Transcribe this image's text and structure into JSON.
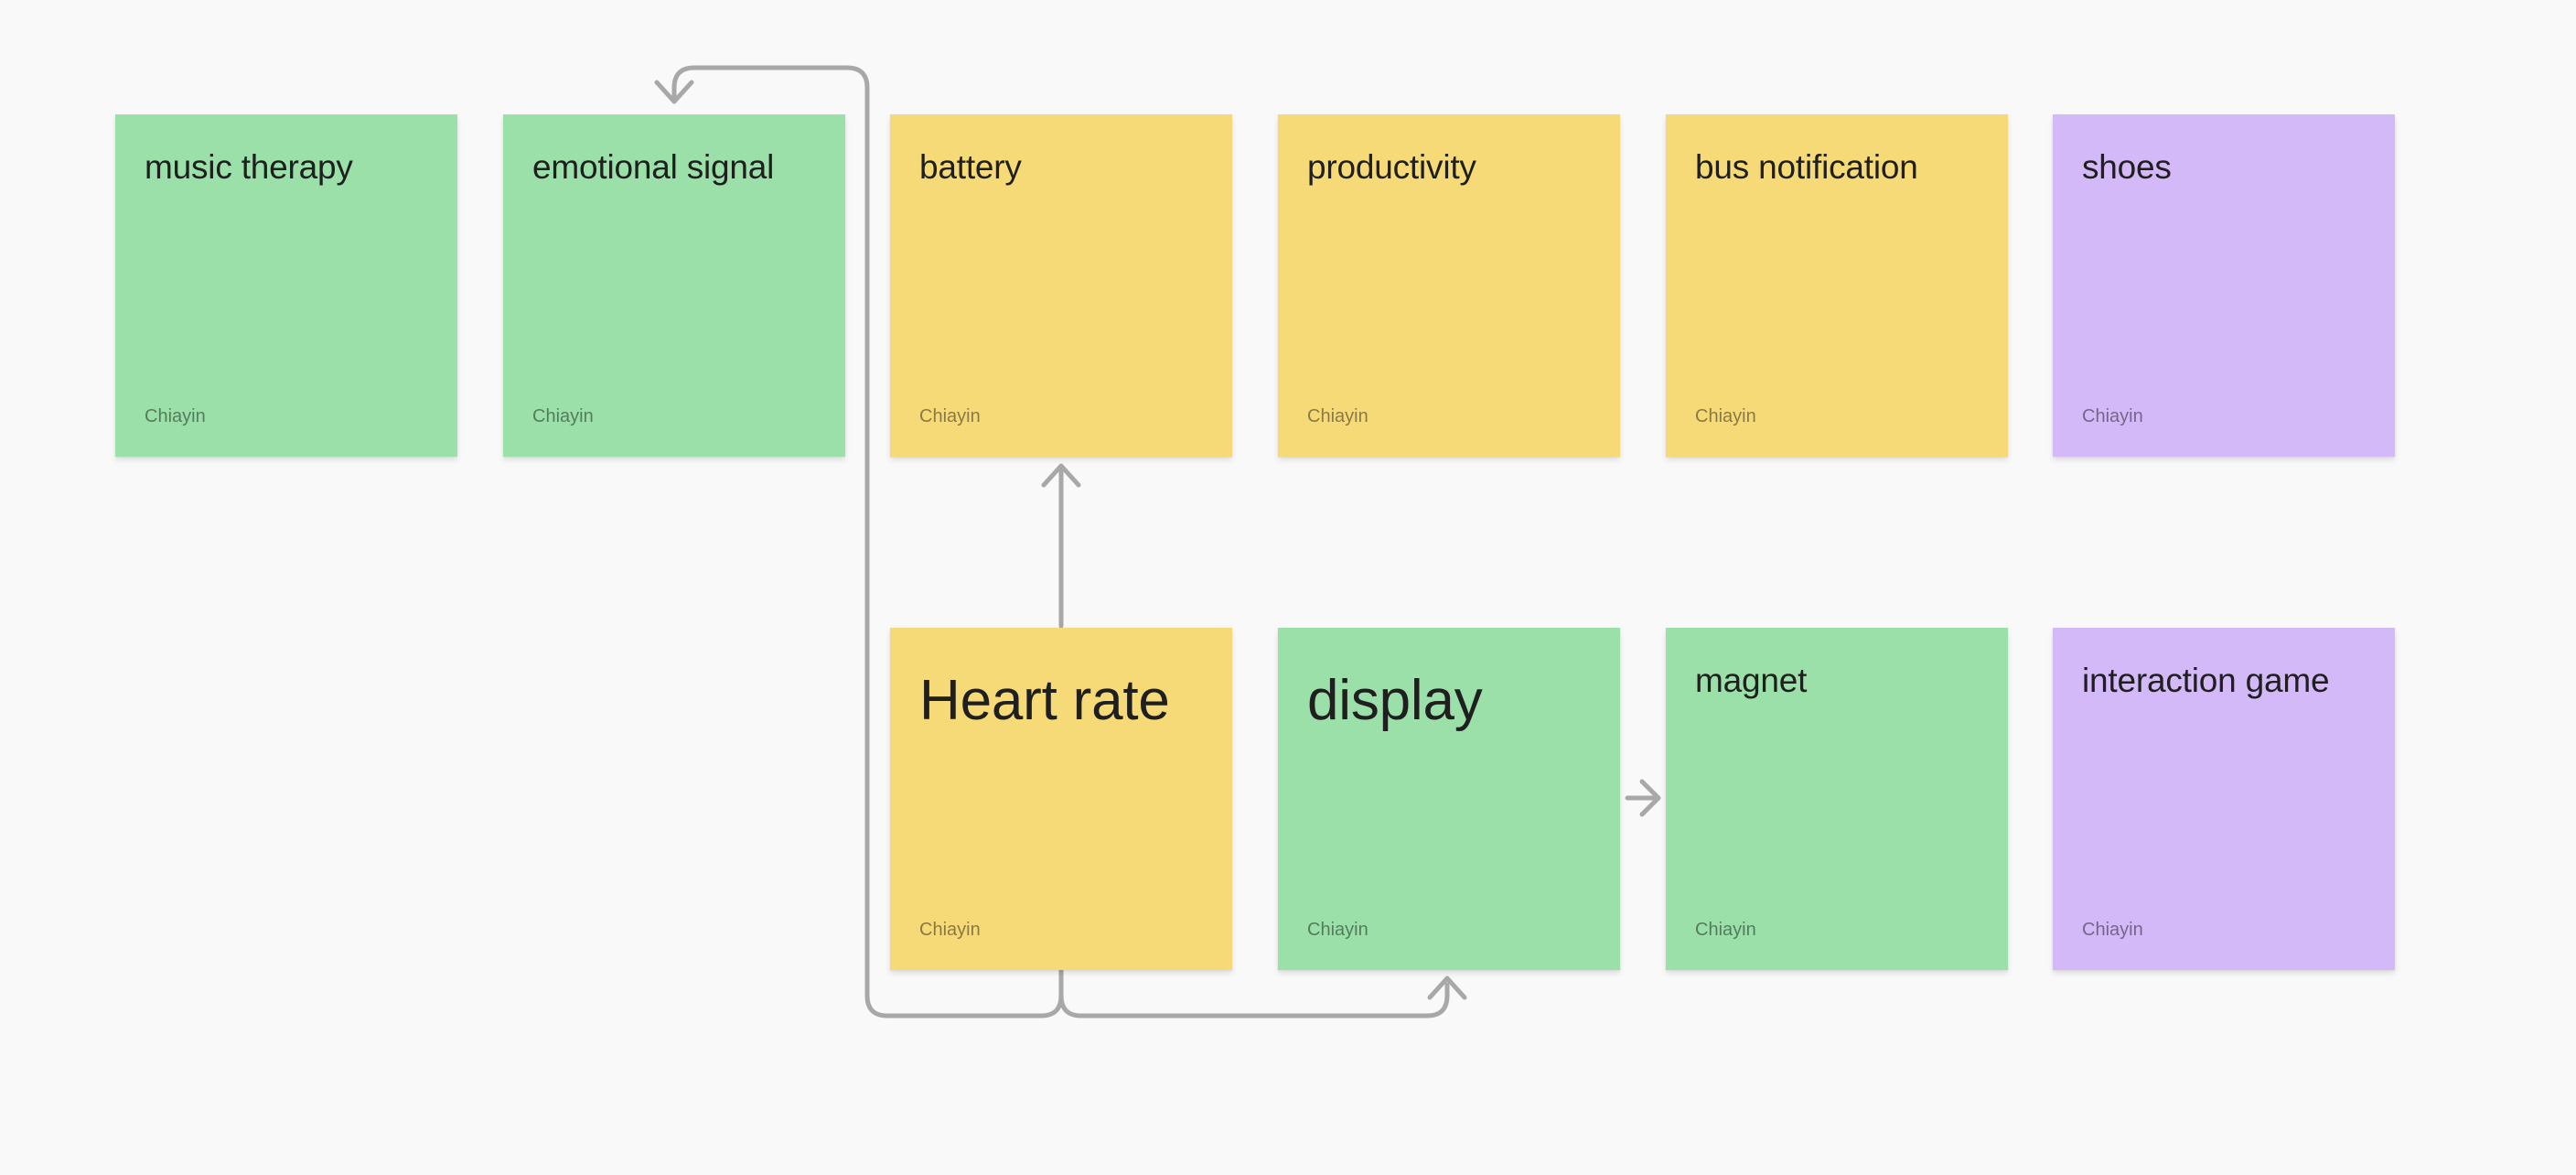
{
  "board": {
    "notes": [
      {
        "id": "music-therapy",
        "title": "music therapy",
        "author": "Chiayin",
        "color": "#9ae0a8"
      },
      {
        "id": "emotional-signal",
        "title": "emotional signal",
        "author": "Chiayin",
        "color": "#9ae0a8"
      },
      {
        "id": "battery",
        "title": "battery",
        "author": "Chiayin",
        "color": "#f7da78"
      },
      {
        "id": "productivity",
        "title": "productivity",
        "author": "Chiayin",
        "color": "#f7da78"
      },
      {
        "id": "bus-notification",
        "title": "bus notification",
        "author": "Chiayin",
        "color": "#f7da78"
      },
      {
        "id": "shoes",
        "title": "shoes",
        "author": "Chiayin",
        "color": "#d4b9f8"
      },
      {
        "id": "heart-rate",
        "title": "Heart rate",
        "author": "Chiayin",
        "color": "#f7da78"
      },
      {
        "id": "display",
        "title": "display",
        "author": "Chiayin",
        "color": "#9ae0a8"
      },
      {
        "id": "magnet",
        "title": "magnet",
        "author": "Chiayin",
        "color": "#9ae0a8"
      },
      {
        "id": "interaction-game",
        "title": "interaction game",
        "author": "Chiayin",
        "color": "#d4b9f8"
      }
    ],
    "connectors": [
      {
        "from": "heart-rate",
        "to": "battery"
      },
      {
        "from": "heart-rate",
        "to": "emotional-signal"
      },
      {
        "from": "heart-rate",
        "to": "display"
      },
      {
        "from": "display",
        "to": "magnet"
      }
    ],
    "colors": {
      "green": "#9ae0a8",
      "yellow": "#f7da78",
      "purple": "#d4b9f8",
      "connector": "#a8a8a8",
      "background": "#f9f9f9"
    }
  }
}
